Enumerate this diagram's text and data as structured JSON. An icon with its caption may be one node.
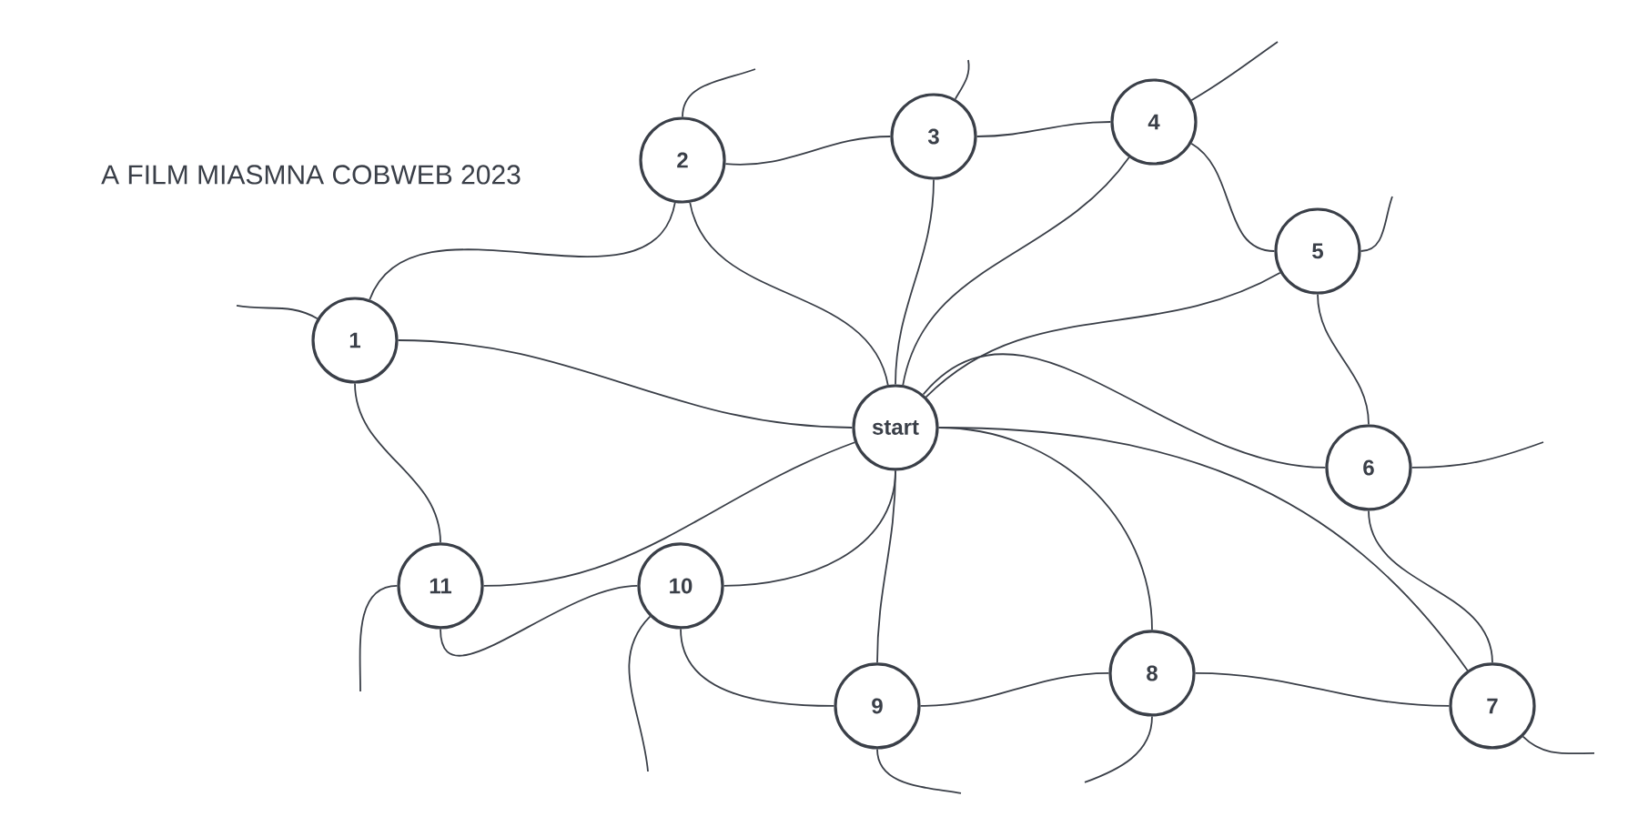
{
  "diagram": {
    "title": "A FILM MIASMNA COBWEB 2023",
    "nodes": [
      {
        "text": [
          "start"
        ]
      },
      {
        "text": [
          "1"
        ]
      },
      {
        "text": [
          "2"
        ]
      },
      {
        "text": [
          "3"
        ]
      },
      {
        "text": [
          "4"
        ]
      },
      {
        "text": [
          "5"
        ]
      },
      {
        "text": [
          "6"
        ]
      },
      {
        "text": [
          "7"
        ]
      },
      {
        "text": [
          "8"
        ]
      },
      {
        "text": [
          "9"
        ]
      },
      {
        "text": [
          "10"
        ]
      },
      {
        "text": [
          "11"
        ]
      }
    ],
    "edges": [
      {
        "from": 1,
        "to": 2,
        "arrow": "none"
      },
      {
        "from": 2,
        "to": 3,
        "arrow": "none"
      },
      {
        "from": 3,
        "to": 4,
        "arrow": "none"
      },
      {
        "from": 4,
        "to": 5,
        "arrow": "none"
      },
      {
        "from": 5,
        "to": 6,
        "arrow": "none"
      },
      {
        "from": 6,
        "to": 7,
        "arrow": "none"
      },
      {
        "from": 7,
        "to": 8,
        "arrow": "none"
      },
      {
        "from": 8,
        "to": 9,
        "arrow": "none"
      },
      {
        "from": 9,
        "to": 10,
        "arrow": "none"
      },
      {
        "from": 10,
        "to": 11,
        "arrow": "none"
      },
      {
        "from": 11,
        "to": 1,
        "arrow": "none"
      },
      {
        "from": 0,
        "to": 1,
        "arrow": "none"
      },
      {
        "from": 0,
        "to": 2,
        "arrow": "none"
      },
      {
        "from": 0,
        "to": 3,
        "arrow": "none"
      },
      {
        "from": 0,
        "to": 4,
        "arrow": "none"
      },
      {
        "from": 0,
        "to": 5,
        "arrow": "none"
      },
      {
        "from": 0,
        "to": 6,
        "arrow": "none"
      },
      {
        "from": 0,
        "to": 7,
        "arrow": "none"
      },
      {
        "from": 0,
        "to": 8,
        "arrow": "none"
      },
      {
        "from": 0,
        "to": 9,
        "arrow": "none"
      },
      {
        "from": 0,
        "to": 10,
        "arrow": "none"
      },
      {
        "from": 0,
        "to": 11,
        "arrow": "none"
      },
      {
        "from": 1,
        "to": null,
        "arrow": "none"
      },
      {
        "from": 2,
        "to": null,
        "arrow": "none"
      },
      {
        "from": 3,
        "to": null,
        "arrow": "none"
      },
      {
        "from": 4,
        "to": null,
        "arrow": "none"
      },
      {
        "from": 5,
        "to": null,
        "arrow": "none"
      },
      {
        "from": 6,
        "to": null,
        "arrow": "none"
      },
      {
        "from": 7,
        "to": null,
        "arrow": "none"
      },
      {
        "from": 8,
        "to": null,
        "arrow": "none"
      },
      {
        "from": 9,
        "to": null,
        "arrow": "none"
      },
      {
        "from": 10,
        "to": null,
        "arrow": "none"
      },
      {
        "from": 11,
        "to": null,
        "arrow": "none"
      }
    ]
  }
}
